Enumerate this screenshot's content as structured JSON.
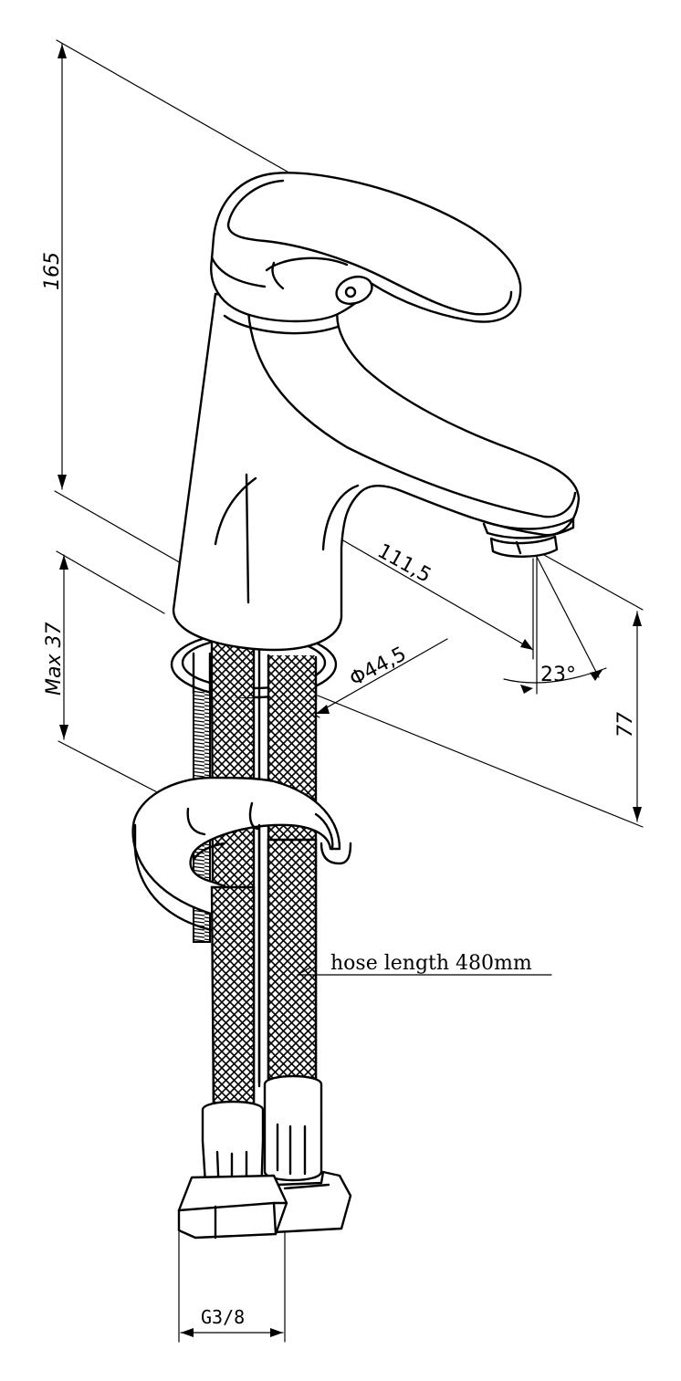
{
  "dimensions": {
    "height": "165",
    "spout_reach": "111,5",
    "spout_height": "77",
    "angle": "23°",
    "base_diameter": "Φ44,5",
    "max_deck": "Max 37",
    "thread": "G3/8"
  },
  "notes": {
    "hose": "hose length 480mm"
  },
  "colors": {
    "line": "#000000",
    "background": "#ffffff"
  }
}
